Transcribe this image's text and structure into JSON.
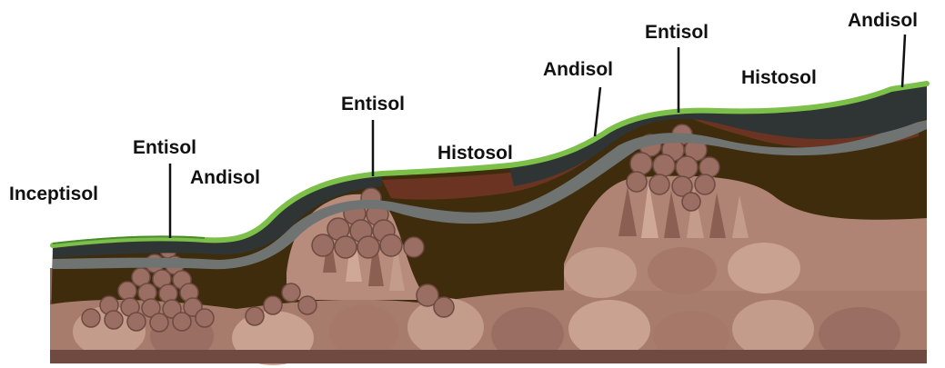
{
  "labels": {
    "inceptisol": "Inceptisol",
    "entisol_1": "Entisol",
    "andisol_1": "Andisol",
    "entisol_2": "Entisol",
    "histosol_1": "Histosol",
    "andisol_2": "Andisol",
    "entisol_3": "Entisol",
    "histosol_2": "Histosol",
    "andisol_3": "Andisol"
  },
  "colors": {
    "grass": "#7cc04a",
    "grass_dark": "#4a8a2c",
    "dark_horizon": "#2e3534",
    "gray_band": "#6f7472",
    "brown_layer": "#6b3422",
    "subsoil": "#3e2c0c",
    "rock_light": "#c49c8c",
    "rock_mid": "#a5786a",
    "rock_dark": "#6e4a40",
    "boulder": "#9a6e62",
    "pointer_line": "#111111"
  }
}
